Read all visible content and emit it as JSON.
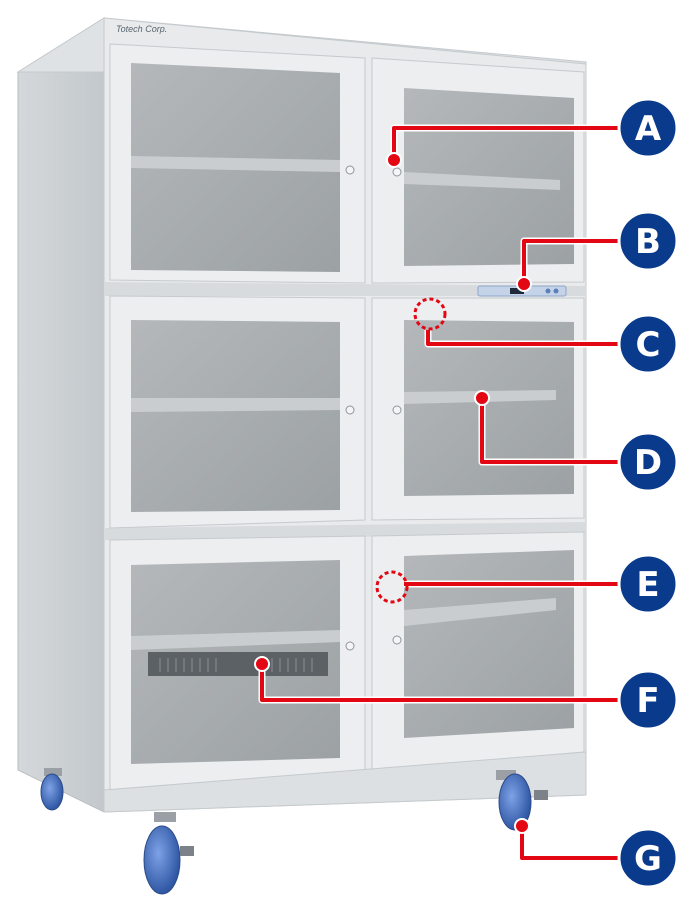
{
  "product": {
    "brand_label": "Totech Corp."
  },
  "callouts": [
    {
      "letter": "A",
      "target": "door-handle"
    },
    {
      "letter": "B",
      "target": "control-panel"
    },
    {
      "letter": "C",
      "target": "humidity-sensor"
    },
    {
      "letter": "D",
      "target": "shelf"
    },
    {
      "letter": "E",
      "target": "dehumidifier-inlet"
    },
    {
      "letter": "F",
      "target": "dehumidifier-unit"
    },
    {
      "letter": "G",
      "target": "caster-wheel"
    }
  ],
  "colors": {
    "callout_line": "#e30613",
    "badge_fill": "#0a3a8c",
    "badge_stroke": "#ffffff",
    "cabinet_body": "#e6e8ea",
    "cabinet_side": "#cfd3d6",
    "glass": "#a9adb0",
    "wheel": "#4a6fb8"
  }
}
